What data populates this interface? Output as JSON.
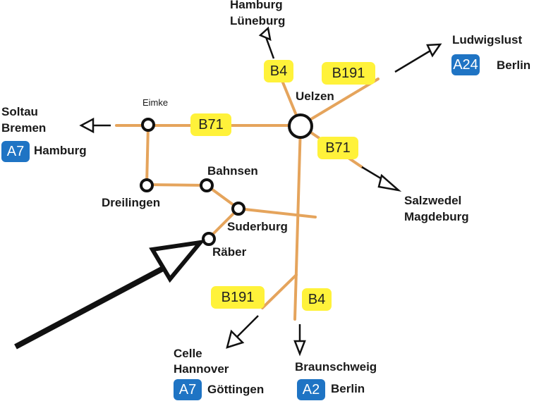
{
  "colors": {
    "road": "#e5a45c",
    "badge": "#fff23a",
    "motorway": "#1f74c4",
    "ink": "#1a1a1a"
  },
  "places": {
    "uelzen": "Uelzen",
    "eimke": "Eimke",
    "bahnsen": "Bahnsen",
    "dreilingen": "Dreilingen",
    "suderburg": "Suderburg",
    "raeber": "Räber"
  },
  "destinations": {
    "north_1": "Hamburg",
    "north_2": "Lüneburg",
    "northeast": "Ludwigslust",
    "northeast_city": "Berlin",
    "west_1": "Soltau",
    "west_2": "Bremen",
    "west_city": "Hamburg",
    "southeast_1": "Salzwedel",
    "southeast_2": "Magdeburg",
    "south_1": "Celle",
    "south_2": "Hannover",
    "south_city": "Göttingen",
    "south_right": "Braunschweig",
    "south_right_city": "Berlin"
  },
  "roads": {
    "b4_north": "B4",
    "b191_north": "B191",
    "b71_west": "B71",
    "b71_east": "B71",
    "b191_south": "B191",
    "b4_south": "B4"
  },
  "motorways": {
    "a24": "A24",
    "a7_west": "A7",
    "a7_south": "A7",
    "a2": "A2"
  },
  "icons": {
    "location_pointer": "big-arrow-pointer-icon",
    "direction": "arrow-icon"
  }
}
